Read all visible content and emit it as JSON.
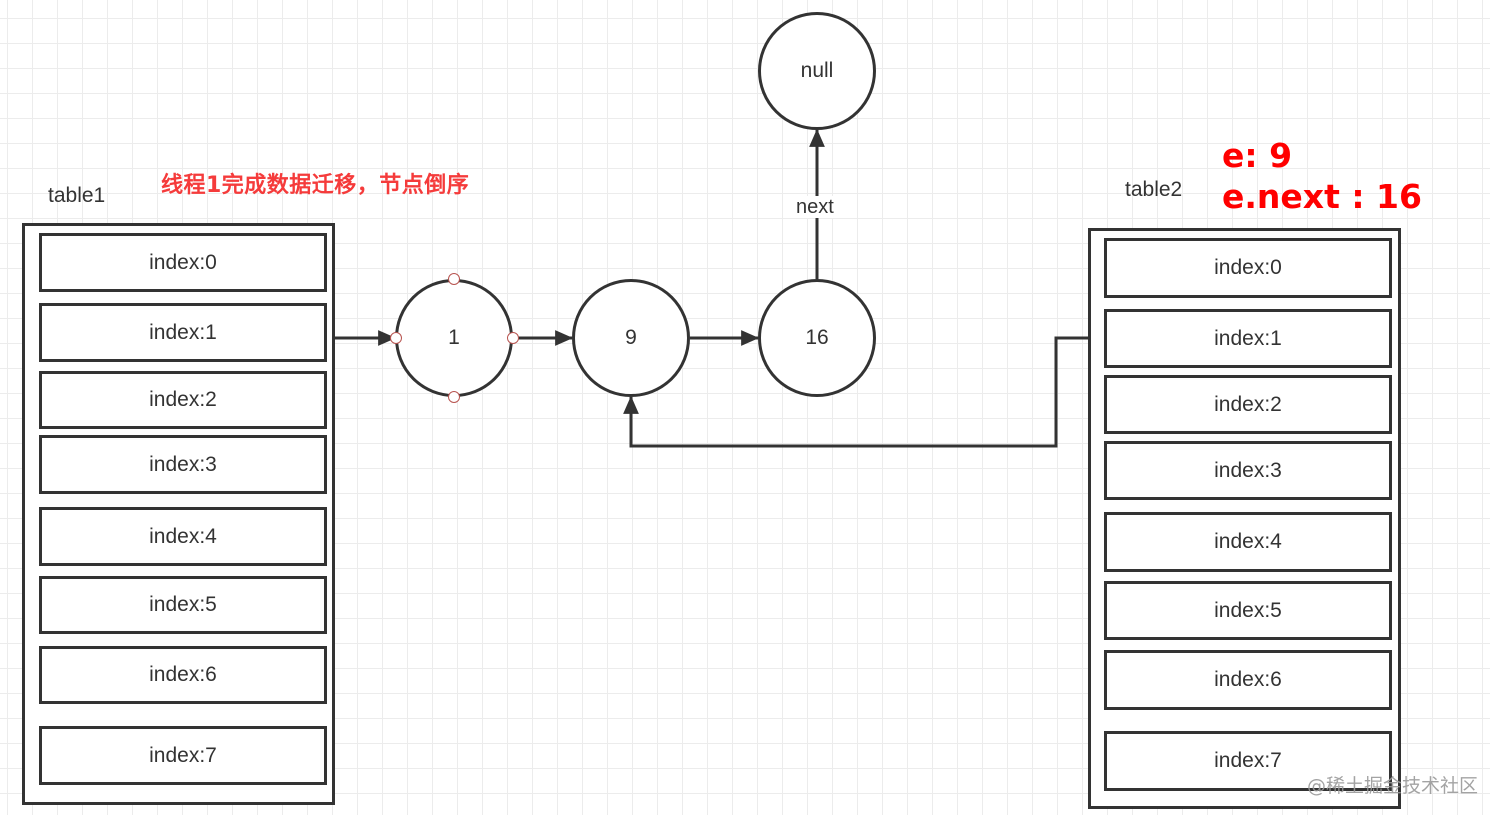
{
  "diagram": {
    "title": "线程1完成数据迁移，节点倒序",
    "annotation": {
      "e_label": "e: 9",
      "e_next_label": "e.next : 16"
    },
    "tables": [
      {
        "name": "table1",
        "rows": [
          "index:0",
          "index:1",
          "index:2",
          "index:3",
          "index:4",
          "index:5",
          "index:6",
          "index:7"
        ]
      },
      {
        "name": "table2",
        "rows": [
          "index:0",
          "index:1",
          "index:2",
          "index:3",
          "index:4",
          "index:5",
          "index:6",
          "index:7"
        ]
      }
    ],
    "nodes": [
      {
        "id": "node-1",
        "label": "1",
        "selected": true
      },
      {
        "id": "node-9",
        "label": "9",
        "selected": false
      },
      {
        "id": "node-16",
        "label": "16",
        "selected": false
      },
      {
        "id": "node-null",
        "label": "null",
        "selected": false
      }
    ],
    "edges": [
      {
        "from": "table1.index:1",
        "to": "node-1",
        "label": ""
      },
      {
        "from": "node-1",
        "to": "node-9",
        "label": ""
      },
      {
        "from": "node-9",
        "to": "node-16",
        "label": ""
      },
      {
        "from": "node-16",
        "to": "node-null",
        "label": "next"
      },
      {
        "from": "table2.index:1",
        "to": "node-9",
        "label": ""
      }
    ],
    "edge_next_label": "next",
    "colors": {
      "stroke": "#333333",
      "annotation": "#ff0000",
      "title": "#f53b3b",
      "handle": "#b85450"
    }
  },
  "watermark": "@稀土掘金技术社区"
}
